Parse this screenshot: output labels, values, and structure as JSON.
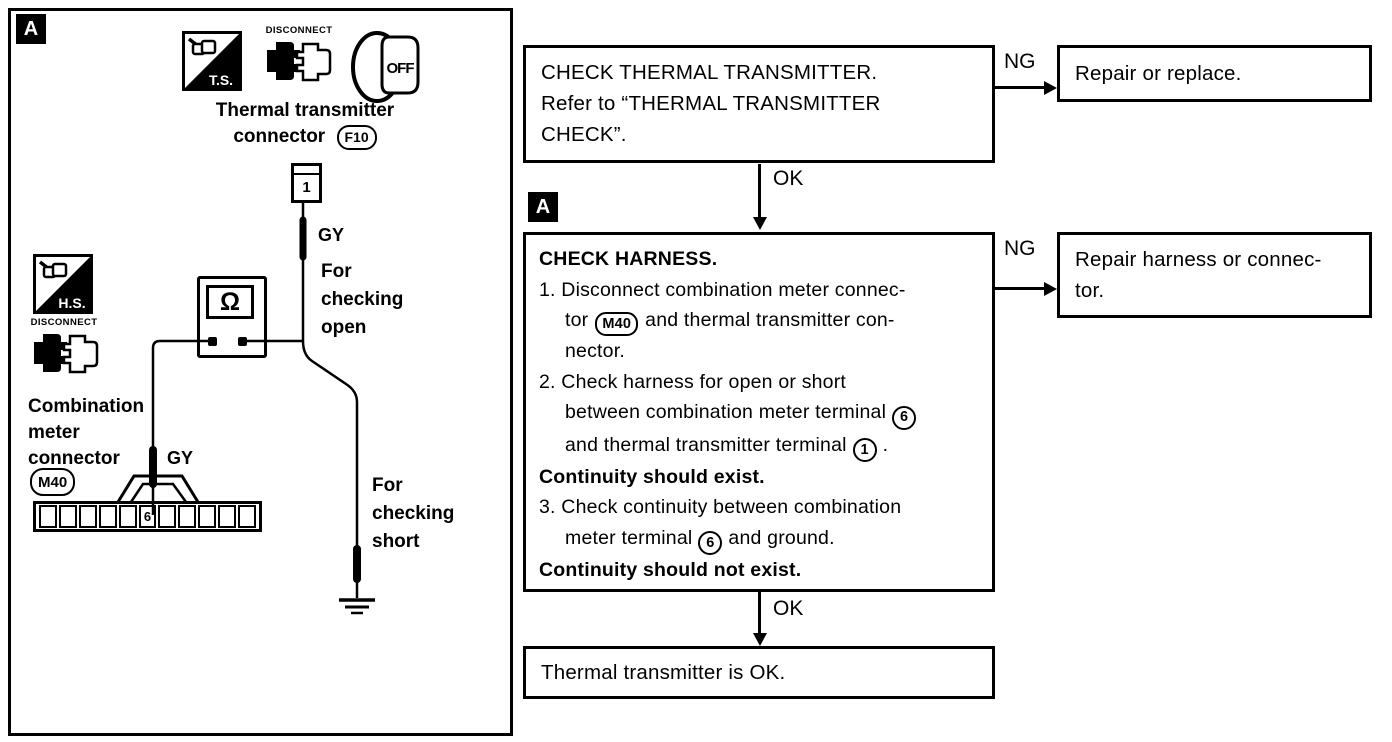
{
  "diagram": {
    "section_label": "A",
    "ts_icon_label": "T.S.",
    "hs_icon_label": "H.S.",
    "disconnect_label_top": "DISCONNECT",
    "disconnect_label_left": "DISCONNECT",
    "key_off_label": "OFF",
    "thermal_caption_line1": "Thermal transmitter",
    "thermal_caption_line2": "connector",
    "f10_badge": "F10",
    "terminal1": "1",
    "gy_open": "GY",
    "gy_meter": "GY",
    "open_label": [
      "For",
      "checking",
      "open"
    ],
    "short_label": [
      "For",
      "checking",
      "short"
    ],
    "ohm_symbol": "Ω",
    "comb_caption": [
      "Combination",
      "meter",
      "connector"
    ],
    "m40_badge": "M40",
    "terminal6": "6"
  },
  "flowchart": {
    "box1_lines": [
      "CHECK THERMAL TRANSMITTER.",
      "Refer to “THERMAL TRANSMITTER",
      "CHECK”."
    ],
    "ng1": "NG",
    "repair1": "Repair or replace.",
    "ok1": "OK",
    "section_label": "A",
    "box2": {
      "title": "CHECK HARNESS.",
      "s1_l1": "1. Disconnect combination meter connec-",
      "s1_l2a": "tor",
      "m40": "M40",
      "s1_l2b": "and thermal transmitter con-",
      "s1_l3": "nector.",
      "s2_l1": "2. Check harness for open or short",
      "s2_l2a": "between combination meter terminal",
      "t6": "6",
      "s2_l3a": "and thermal transmitter terminal",
      "t1": "1",
      "s2_l3b": ".",
      "note1": "Continuity should exist.",
      "s3_l1": "3. Check continuity between combination",
      "s3_l2a": "meter terminal",
      "s3_l2b": "and ground.",
      "note2": "Continuity should not exist."
    },
    "ng2": "NG",
    "repair2_lines": [
      "Repair harness or connec-",
      "tor."
    ],
    "ok2": "OK",
    "box3": "Thermal transmitter is OK."
  }
}
